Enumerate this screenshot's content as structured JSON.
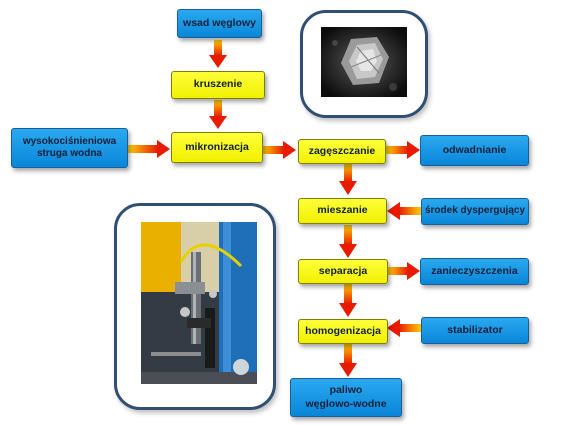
{
  "diagram": {
    "nodes": {
      "wsad": "wsad węglowy",
      "kruszenie": "kruszenie",
      "mikronizacja": "mikronizacja",
      "woda": "wysokociśnieniowa\nstruga wodna",
      "zageszczanie": "zagęszczanie",
      "odwadnianie": "odwadnianie",
      "mieszanie": "mieszanie",
      "dyspergujacy": "środek dyspergujący",
      "separacja": "separacja",
      "zanieczyszczenia": "zanieczyszczenia",
      "homogenizacja": "homogenizacja",
      "stabilizator": "stabilizator",
      "paliwo": "paliwo\nwęglowo-wodne"
    },
    "images": {
      "coal_particle": "coal-particle-micrograph",
      "installation": "installation-photo"
    },
    "colors": {
      "process_box": "#ffff1a",
      "input_box": "#1b9be6",
      "arrow_start": "#ffd000",
      "arrow_end": "#e81a00",
      "frame_border": "#2f4f73"
    }
  }
}
